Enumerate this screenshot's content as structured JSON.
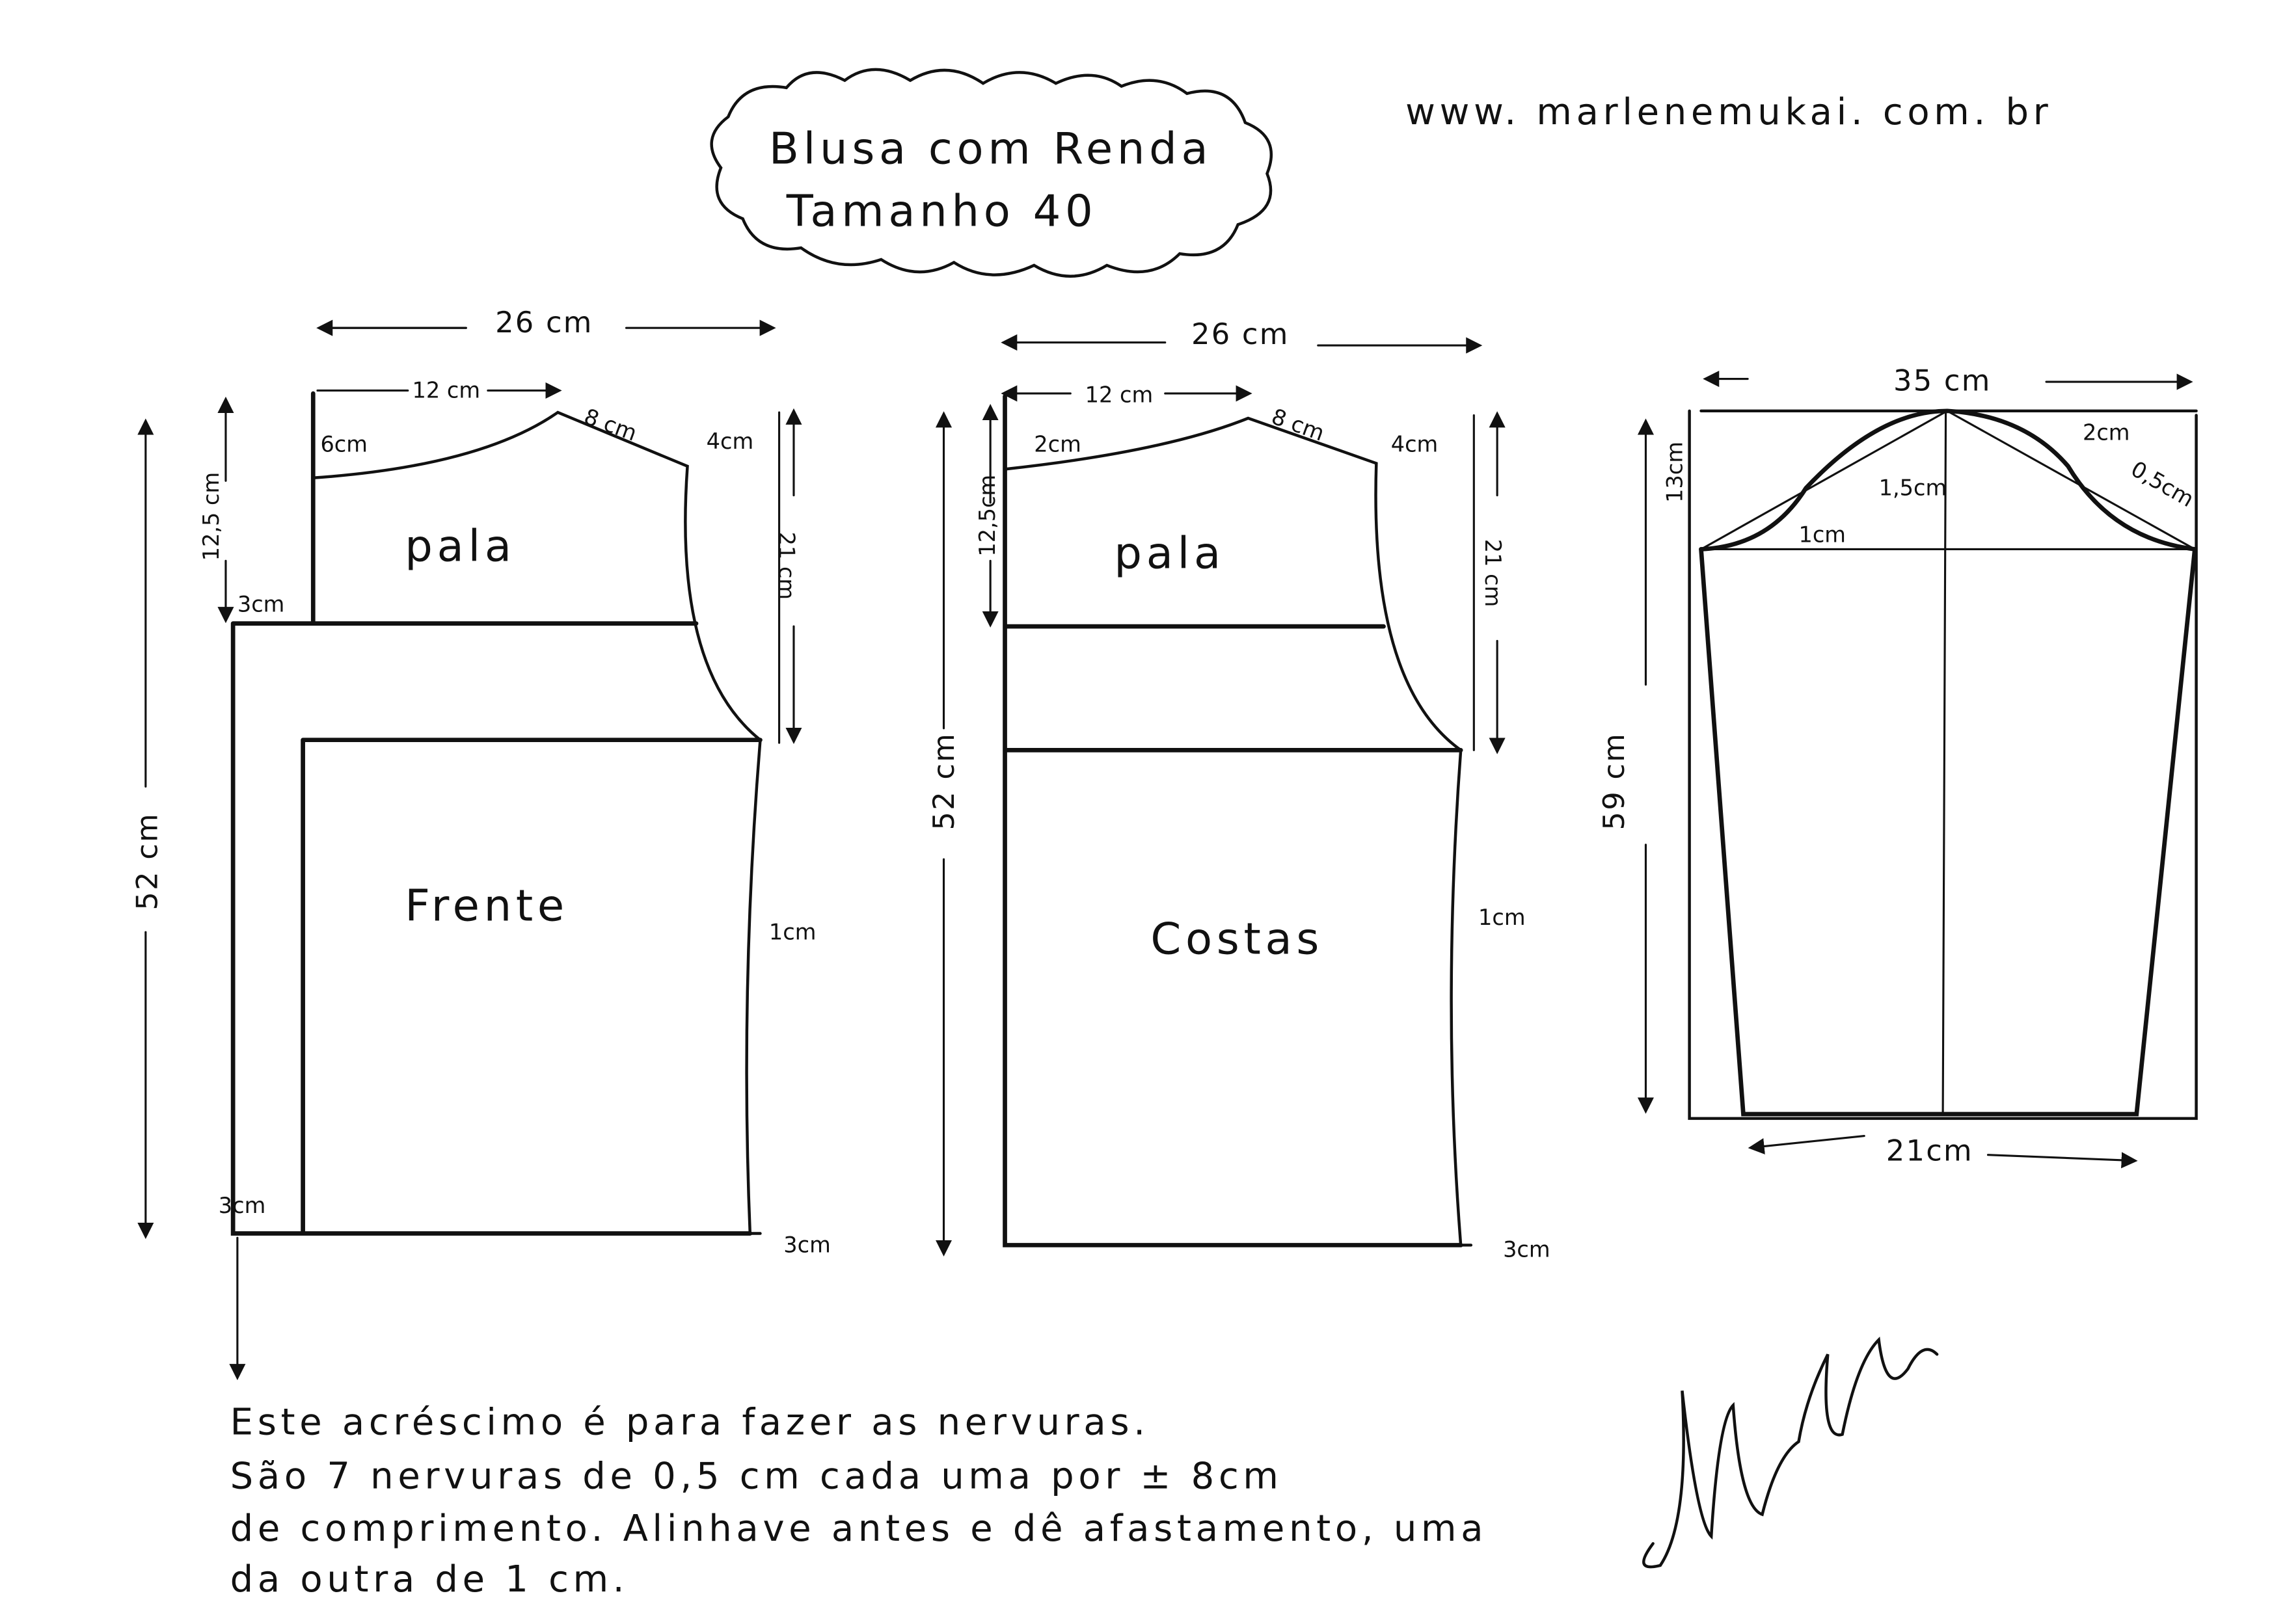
{
  "title": {
    "line1": "Blusa  com  Renda",
    "line2": "Tamanho 40"
  },
  "website": "www. marlenemukai. com. br",
  "front": {
    "label": "Frente",
    "yoke": "pala",
    "width": "26 cm",
    "neck_width": "12 cm",
    "shoulder": "8 cm",
    "neck_depth": "6cm",
    "shoulder_drop": "4cm",
    "armhole_depth": "21 cm",
    "yoke_height": "12,5 cm",
    "total_length": "52 cm",
    "side_in": "1cm",
    "extra_top": "3cm",
    "extra_bottom": "3cm",
    "hem_out": "3cm"
  },
  "back": {
    "label": "Costas",
    "yoke": "pala",
    "width": "26 cm",
    "neck_width": "12 cm",
    "shoulder": "8 cm",
    "neck_depth": "2cm",
    "shoulder_drop": "4cm",
    "armhole_depth": "21 cm",
    "yoke_height": "12,5cm",
    "total_length": "52 cm",
    "side_in": "1cm",
    "hem_out": "3cm"
  },
  "sleeve": {
    "width": "35 cm",
    "cap_height": "13cm",
    "length": "59 cm",
    "hem_width": "21cm",
    "offset_a": "1,5cm",
    "offset_b": "1cm",
    "offset_c": "2cm",
    "offset_d": "0,5cm"
  },
  "note": {
    "line1": "Este  acréscimo  é   para   fazer  as  nervuras.",
    "line2": "São  7  nervuras   de   0,5 cm  cada  uma  por  ± 8cm",
    "line3": "de  comprimento.  Alinhave  antes  e  dê  afastamento, uma",
    "line4": "da  outra  de  1  cm."
  },
  "signature": "Marlene Mukai"
}
